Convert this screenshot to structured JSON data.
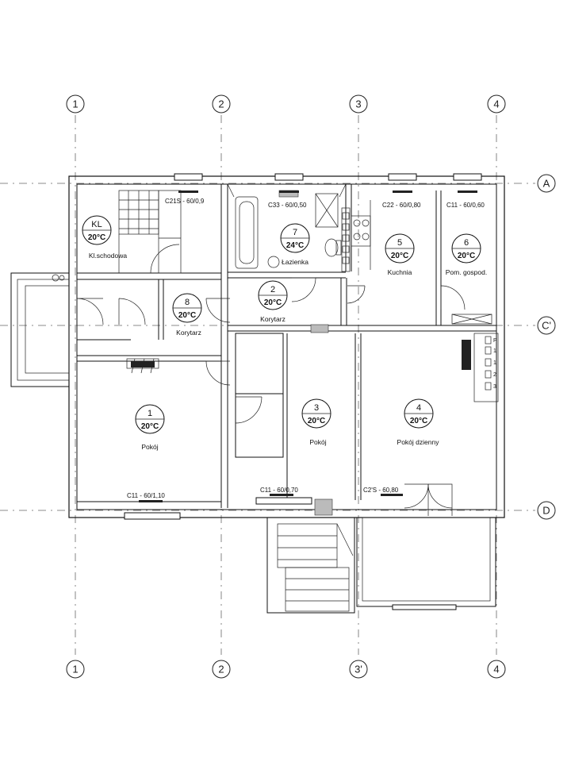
{
  "grid": {
    "top": [
      "1",
      "2",
      "3",
      "4"
    ],
    "bottom": [
      "1",
      "2",
      "3'",
      "4"
    ],
    "right": [
      "A",
      "C'",
      "D"
    ]
  },
  "rooms": [
    {
      "id": "kl",
      "num": "KL",
      "temp": "20°C",
      "name": "Kl.schodowa"
    },
    {
      "id": "r7",
      "num": "7",
      "temp": "24°C",
      "name": "Łazienka"
    },
    {
      "id": "r5",
      "num": "5",
      "temp": "20°C",
      "name": "Kuchnia"
    },
    {
      "id": "r6",
      "num": "6",
      "temp": "20°C",
      "name": "Pom. gospod."
    },
    {
      "id": "r2",
      "num": "2",
      "temp": "20°C",
      "name": "Korytarz"
    },
    {
      "id": "r8",
      "num": "8",
      "temp": "20°C",
      "name": "Korytarz"
    },
    {
      "id": "r1",
      "num": "1",
      "temp": "20°C",
      "name": "Pokój"
    },
    {
      "id": "r3",
      "num": "3",
      "temp": "20°C",
      "name": "Pokój"
    },
    {
      "id": "r4",
      "num": "4",
      "temp": "20°C",
      "name": "Pokój dzienny"
    }
  ],
  "radiators": [
    "C21S - 60/0,9",
    "C33 - 60/0,50",
    "C22 - 60/0,80",
    "C11 - 60/0,60",
    "C11 - 60/1,10",
    "C11 - 60/0,70",
    "C2'S - 60,80"
  ],
  "legend": [
    "P",
    "1",
    "1",
    "2",
    "3"
  ]
}
